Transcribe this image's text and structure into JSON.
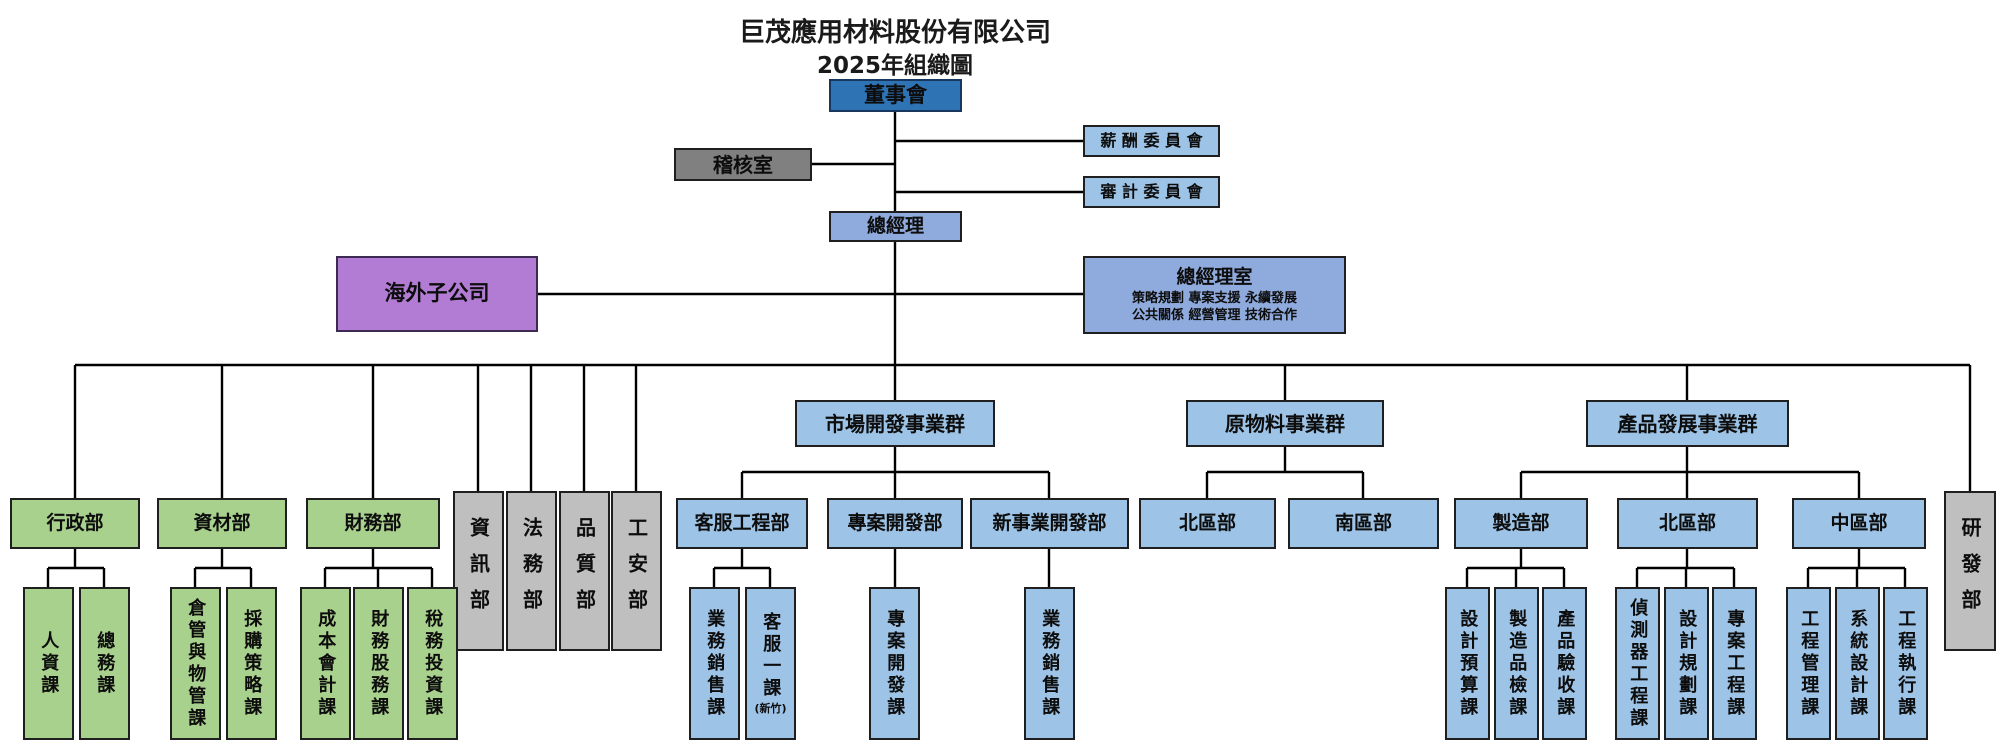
{
  "title": "巨茂應用材料股份有限公司",
  "subtitle": "2025年組織圖",
  "colors": {
    "board_blue": "#2E74B5",
    "light_blue": "#9DC3E6",
    "periwinkle": "#8FAADC",
    "purple": "#B27BD4",
    "green": "#A9D18E",
    "gray_dark": "#808080",
    "gray_light": "#BFBFBF",
    "line": "#000000"
  },
  "nodes": {
    "board": "董事會",
    "audit_office": "稽核室",
    "compensation_committee": "薪 酬 委 員 會",
    "audit_committee": "審 計 委 員 會",
    "gm": "總經理",
    "overseas": "海外子公司",
    "gm_office_title": "總經理室",
    "gm_office_line1": "策略規劃 專案支援 永續發展",
    "gm_office_line2": "公共關係 經營管理 技術合作",
    "admin": "行政部",
    "hr": "人資課",
    "general_affairs": "總務課",
    "materials": "資材部",
    "warehouse": "倉管與物管課",
    "procurement": "採購策略課",
    "finance": "財務部",
    "cost_accounting": "成本會計課",
    "finance_shareholder": "財務股務課",
    "tax_investment": "稅務投資課",
    "it": "資訊部",
    "legal": "法務部",
    "quality": "品質部",
    "safety": "工安部",
    "market_group": "市場開發事業群",
    "cs_engineering": "客服工程部",
    "sales_course_1": "業務銷售課",
    "cs_course_1": "客服一課",
    "cs_course_1_note": "(新竹)",
    "project_dev": "專案開發部",
    "project_dev_course": "專案開發課",
    "new_business": "新事業開發部",
    "sales_course_2": "業務銷售課",
    "raw_group": "原物料事業群",
    "north_raw": "北區部",
    "south_raw": "南區部",
    "product_group": "產品發展事業群",
    "manufacturing": "製造部",
    "design_budget": "設計預算課",
    "product_qc": "製造品檢課",
    "product_acceptance": "產品驗收課",
    "north_product": "北區部",
    "detector_eng": "偵測器工程課",
    "design_planning": "設計規劃課",
    "project_eng": "專案工程課",
    "central_product": "中區部",
    "eng_mgmt": "工程管理課",
    "system_design": "系統設計課",
    "eng_exec": "工程執行課",
    "rnd": "研發部"
  }
}
